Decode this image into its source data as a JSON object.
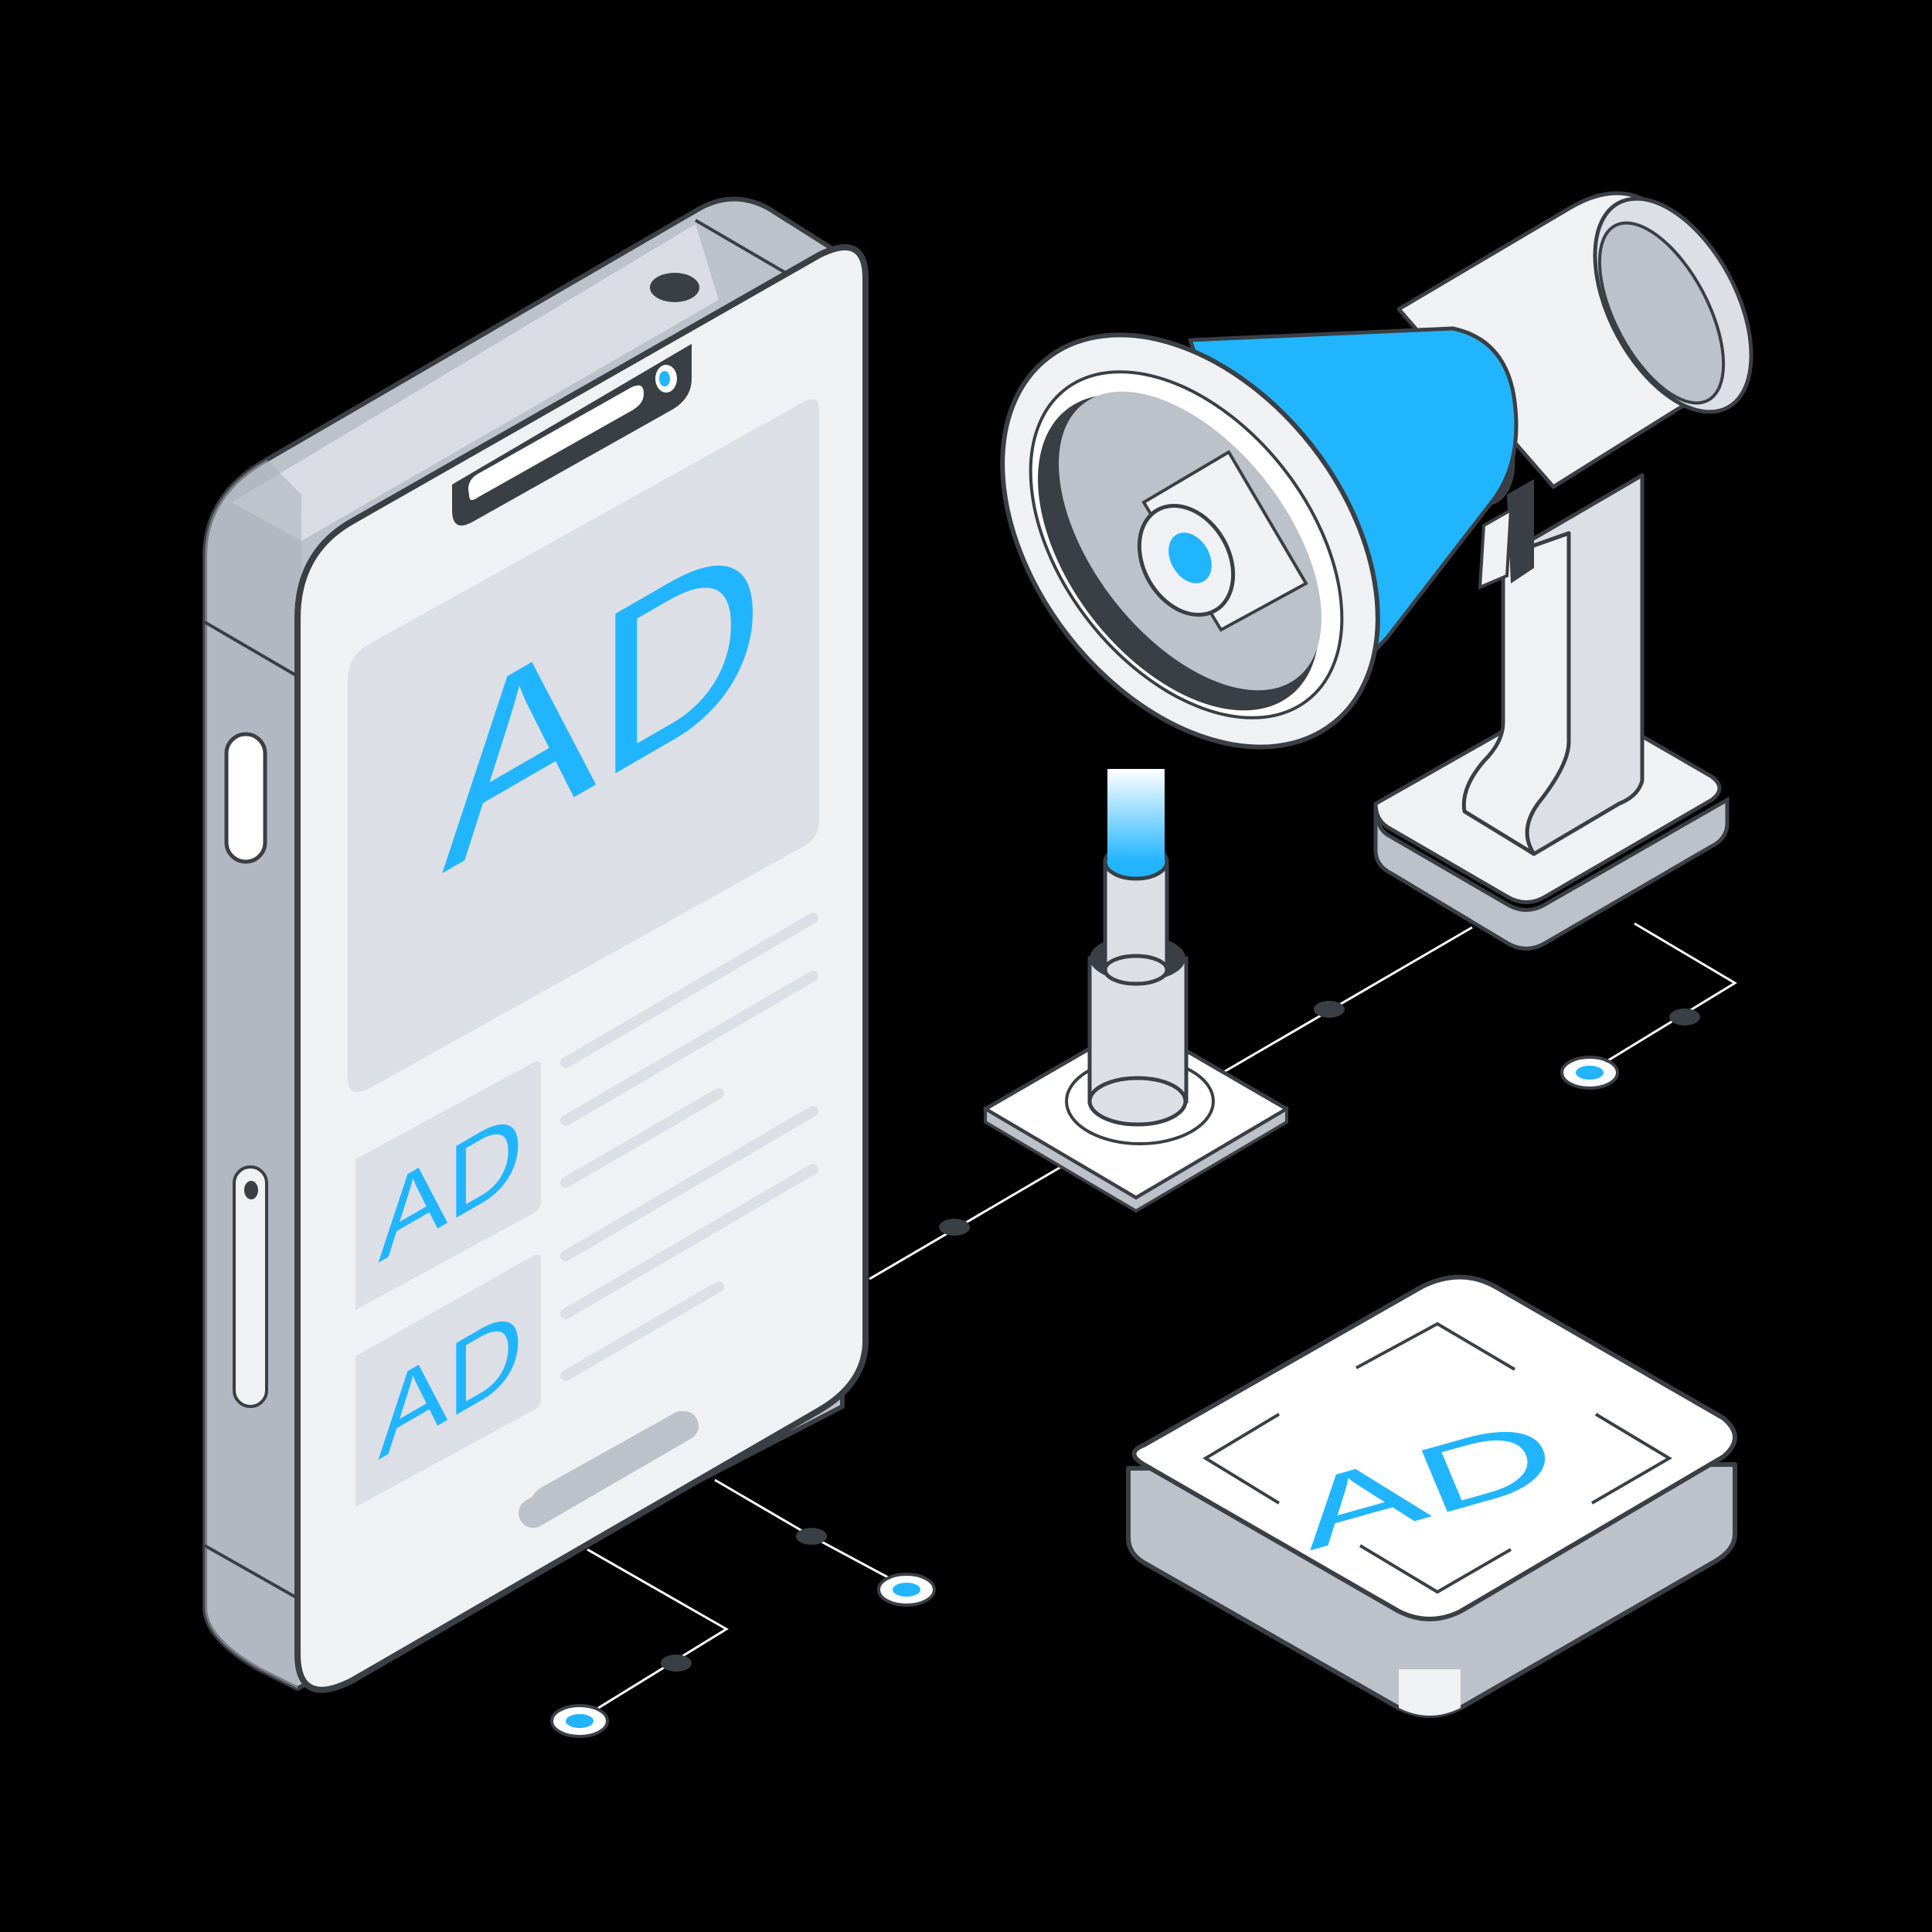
{
  "illustration": {
    "theme": "mobile advertising",
    "colors": {
      "background": "#000000",
      "accent": "#22B5FF",
      "outline": "#3A3E45",
      "body_gray": "#BCC1CA",
      "light_gray": "#DCDFE6",
      "screen": "#F0F1F4",
      "white": "#FFFFFF"
    },
    "phone": {
      "banner_text": "AD",
      "ad_items": [
        {
          "text": "AD"
        },
        {
          "text": "AD"
        }
      ]
    },
    "badge": {
      "text": "AD"
    },
    "icons": [
      "smartphone-icon",
      "megaphone-icon",
      "beacon-icon",
      "ad-badge-icon",
      "connector-node-icon"
    ]
  }
}
